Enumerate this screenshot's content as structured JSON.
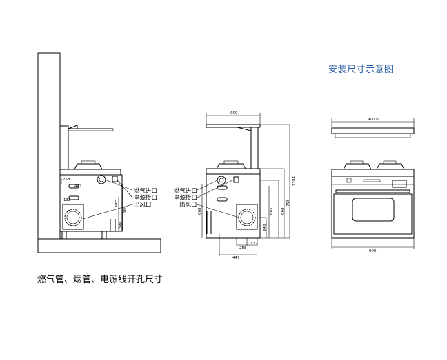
{
  "title": "安装尺寸示意图",
  "caption": "燃气管、烟管、电源线开孔尺寸",
  "side_view": {
    "labels": [
      "燃气进口",
      "电源接口",
      "出风口"
    ],
    "dims": {
      "d258": "258",
      "d447": "447",
      "d132": "132",
      "d665": "665",
      "d668": "668",
      "d248": "248"
    }
  },
  "middle_view": {
    "labels": [
      "燃气进口",
      "电源接口",
      "出风口"
    ],
    "dims": {
      "d600": "600",
      "d1284": "1284",
      "d798": "798",
      "d665": "665",
      "d668": "668",
      "d248": "248",
      "d258": "258",
      "d132": "132",
      "d447": "447"
    }
  },
  "front_view": {
    "dims": {
      "top": "900.0",
      "bottom": "900"
    }
  }
}
